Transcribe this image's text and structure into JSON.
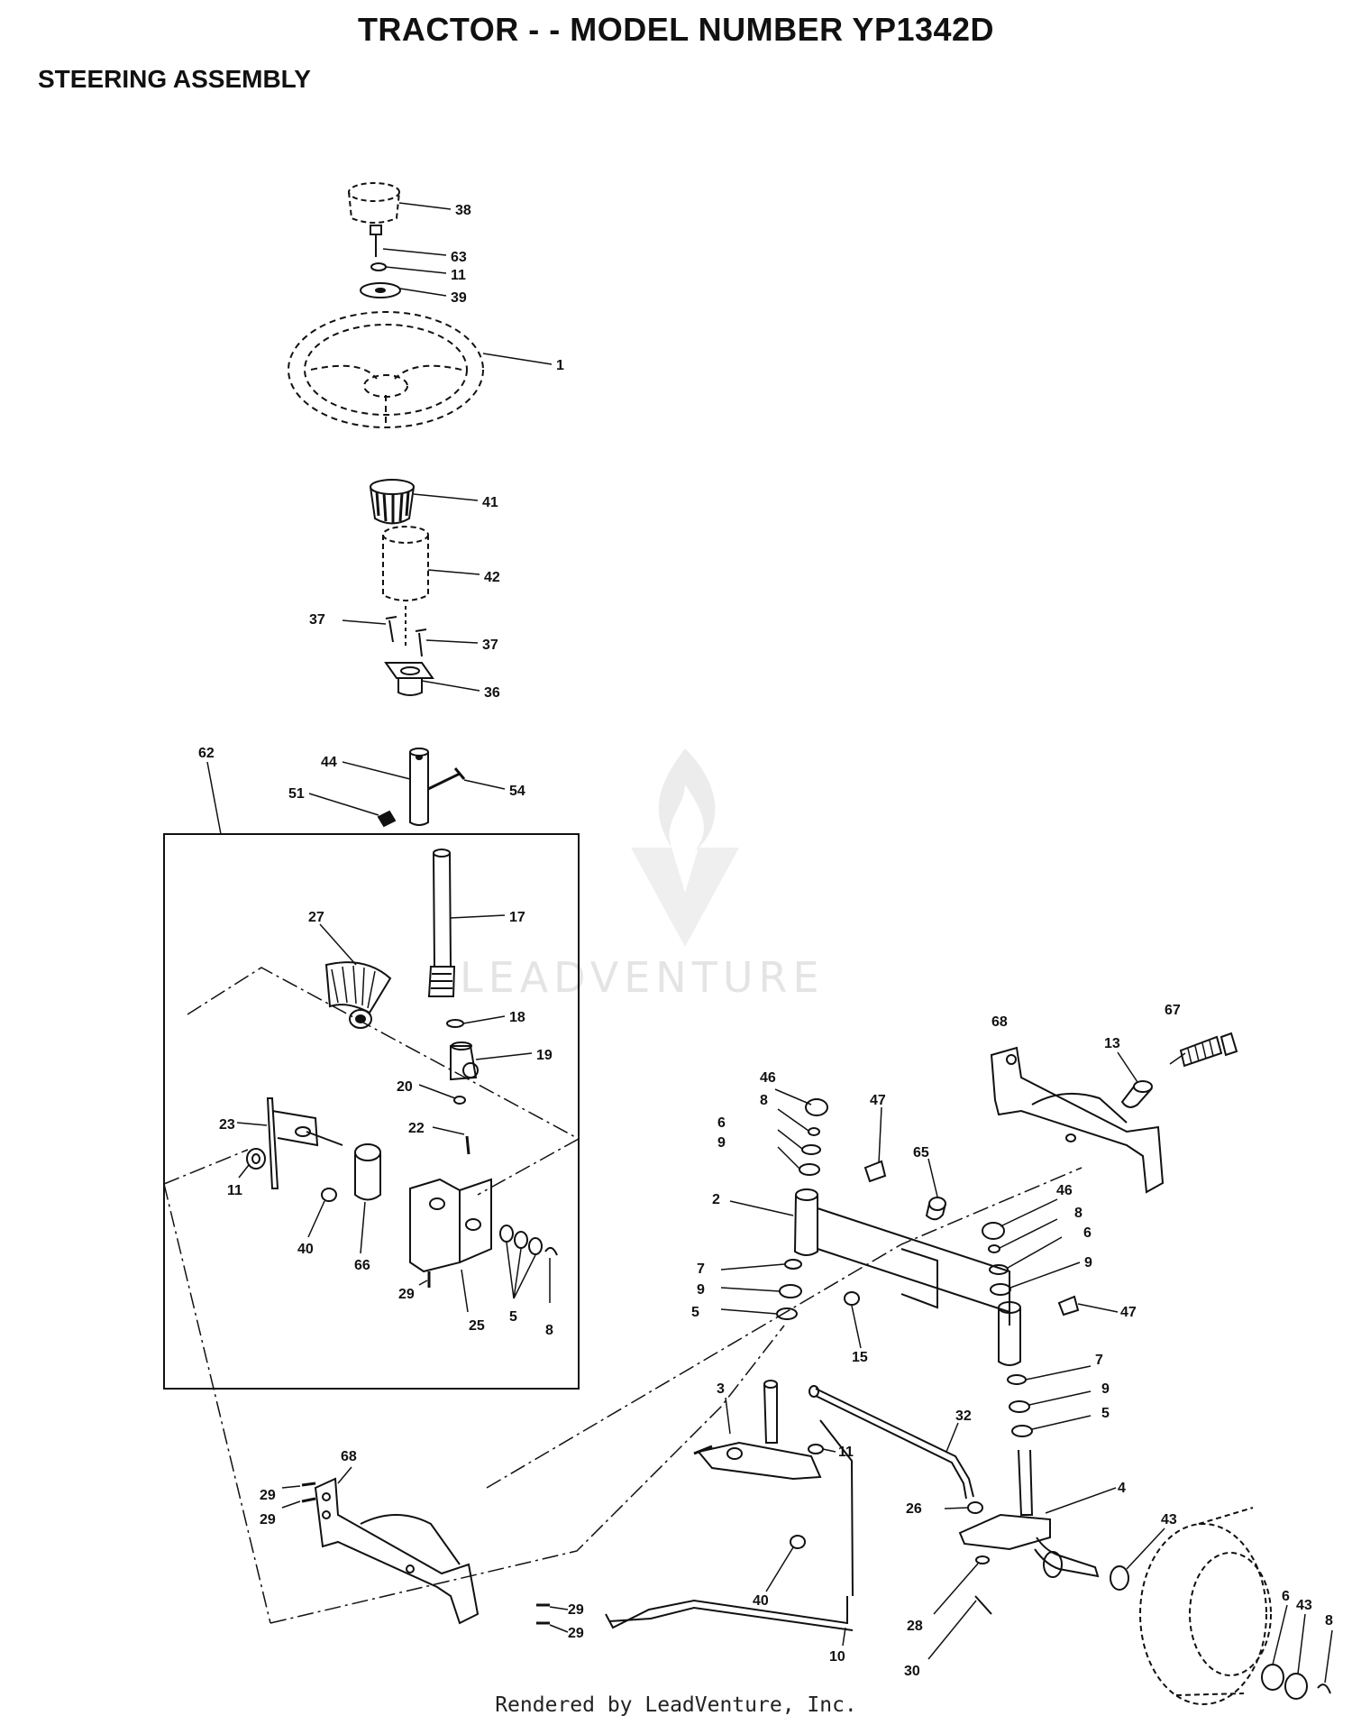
{
  "header": {
    "title": "TRACTOR - - MODEL NUMBER YP1342D",
    "subtitle": "STEERING ASSEMBLY"
  },
  "footer": {
    "text": "Rendered by LeadVenture, Inc."
  },
  "watermark": {
    "text": "LEADVENTURE"
  },
  "callouts": [
    {
      "id": "c38",
      "label": "38"
    },
    {
      "id": "c63",
      "label": "63"
    },
    {
      "id": "c11a",
      "label": "11"
    },
    {
      "id": "c39",
      "label": "39"
    },
    {
      "id": "c1",
      "label": "1"
    },
    {
      "id": "c41",
      "label": "41"
    },
    {
      "id": "c42",
      "label": "42"
    },
    {
      "id": "c37a",
      "label": "37"
    },
    {
      "id": "c37b",
      "label": "37"
    },
    {
      "id": "c36",
      "label": "36"
    },
    {
      "id": "c62",
      "label": "62"
    },
    {
      "id": "c44",
      "label": "44"
    },
    {
      "id": "c51",
      "label": "51"
    },
    {
      "id": "c54",
      "label": "54"
    },
    {
      "id": "c17",
      "label": "17"
    },
    {
      "id": "c27",
      "label": "27"
    },
    {
      "id": "c18",
      "label": "18"
    },
    {
      "id": "c19",
      "label": "19"
    },
    {
      "id": "c20",
      "label": "20"
    },
    {
      "id": "c22",
      "label": "22"
    },
    {
      "id": "c23",
      "label": "23"
    },
    {
      "id": "c11b",
      "label": "11"
    },
    {
      "id": "c40a",
      "label": "40"
    },
    {
      "id": "c66",
      "label": "66"
    },
    {
      "id": "c29a",
      "label": "29"
    },
    {
      "id": "c25",
      "label": "25"
    },
    {
      "id": "c5a",
      "label": "5"
    },
    {
      "id": "c8a",
      "label": "8"
    },
    {
      "id": "c68a",
      "label": "68"
    },
    {
      "id": "c67",
      "label": "67"
    },
    {
      "id": "c13",
      "label": "13"
    },
    {
      "id": "c46a",
      "label": "46"
    },
    {
      "id": "c8b",
      "label": "8"
    },
    {
      "id": "c6a",
      "label": "6"
    },
    {
      "id": "c9a",
      "label": "9"
    },
    {
      "id": "c47a",
      "label": "47"
    },
    {
      "id": "c65",
      "label": "65"
    },
    {
      "id": "c2",
      "label": "2"
    },
    {
      "id": "c46b",
      "label": "46"
    },
    {
      "id": "c8c",
      "label": "8"
    },
    {
      "id": "c6b",
      "label": "6"
    },
    {
      "id": "c9b",
      "label": "9"
    },
    {
      "id": "c7a",
      "label": "7"
    },
    {
      "id": "c9c",
      "label": "9"
    },
    {
      "id": "c5b",
      "label": "5"
    },
    {
      "id": "c15",
      "label": "15"
    },
    {
      "id": "c47b",
      "label": "47"
    },
    {
      "id": "c7b",
      "label": "7"
    },
    {
      "id": "c9d",
      "label": "9"
    },
    {
      "id": "c5c",
      "label": "5"
    },
    {
      "id": "c3",
      "label": "3"
    },
    {
      "id": "c32",
      "label": "32"
    },
    {
      "id": "c11c",
      "label": "11"
    },
    {
      "id": "c4",
      "label": "4"
    },
    {
      "id": "c26",
      "label": "26"
    },
    {
      "id": "c43a",
      "label": "43"
    },
    {
      "id": "c68b",
      "label": "68"
    },
    {
      "id": "c29b",
      "label": "29"
    },
    {
      "id": "c29c",
      "label": "29"
    },
    {
      "id": "c40b",
      "label": "40"
    },
    {
      "id": "c29d",
      "label": "29"
    },
    {
      "id": "c29e",
      "label": "29"
    },
    {
      "id": "c10",
      "label": "10"
    },
    {
      "id": "c28",
      "label": "28"
    },
    {
      "id": "c30",
      "label": "30"
    },
    {
      "id": "c6c",
      "label": "6"
    },
    {
      "id": "c43b",
      "label": "43"
    },
    {
      "id": "c8d",
      "label": "8"
    }
  ]
}
